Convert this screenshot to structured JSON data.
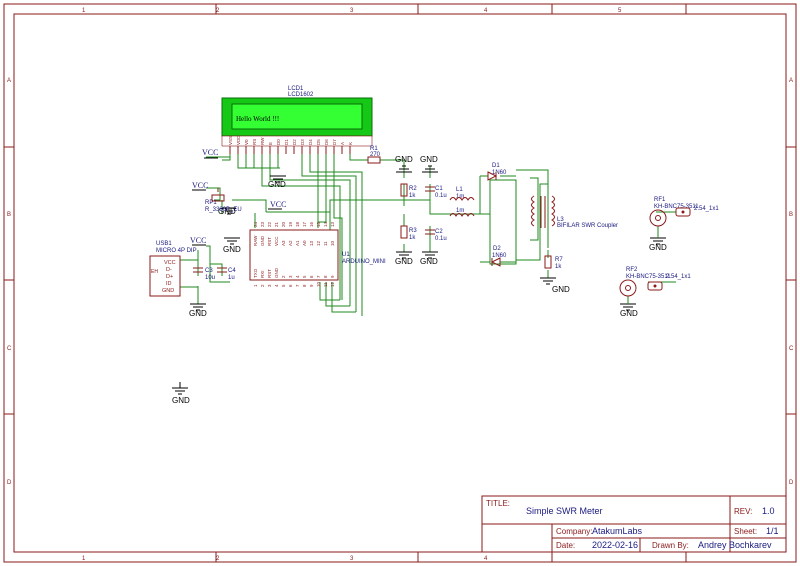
{
  "frame": {
    "columns": [
      "1",
      "2",
      "3",
      "4",
      "5"
    ],
    "rows": [
      "A",
      "B",
      "C",
      "D"
    ]
  },
  "lcd": {
    "ref": "LCD1",
    "value": "LCD1602",
    "text": "Hello World !!!",
    "pins": [
      "VSS",
      "VDD",
      "V0",
      "RS",
      "RW",
      "E",
      "D0",
      "D1",
      "D2",
      "D3",
      "D4",
      "D5",
      "D6",
      "D7",
      "A",
      "K"
    ]
  },
  "arduino": {
    "ref": "U1",
    "value": "ARDUINO_MINI",
    "top_pins": [
      "RAW",
      "GND",
      "RST",
      "VCC",
      "A3",
      "A2",
      "A1",
      "A0",
      "13",
      "12",
      "11",
      "10"
    ],
    "top_nums": [
      "24",
      "23",
      "22",
      "21",
      "20",
      "19",
      "18",
      "17",
      "16",
      "15",
      "14",
      "13"
    ],
    "bottom_pins": [
      "TXO",
      "RXI",
      "RST",
      "GND",
      "2",
      "3",
      "4",
      "5",
      "6",
      "7",
      "8",
      "9"
    ],
    "bottom_nums": [
      "1",
      "2",
      "3",
      "4",
      "5",
      "6",
      "7",
      "8",
      "9",
      "10",
      "11",
      "12"
    ]
  },
  "usb": {
    "ref": "USB1",
    "value": "MICRO 4P DIP",
    "shield": "EH",
    "pins": [
      "VCC",
      "D-",
      "D+",
      "ID",
      "GND"
    ]
  },
  "labels": {
    "vcc": "VCC",
    "gnd": "GND",
    "r1_ref": "R1",
    "r1_val": "270",
    "r2_ref": "R2",
    "r2_val": "1k",
    "r3_ref": "R3",
    "r3_val": "1k",
    "r7_ref": "R7",
    "r7_val": "1k",
    "c1_ref": "C1",
    "c1_val": "0.1u",
    "c2_ref": "C2",
    "c2_val": "0.1u",
    "c3_ref": "C3",
    "c3_val": "10u",
    "c4_ref": "C4",
    "c4_val": "1u",
    "l1_ref": "L1",
    "l1_val": "1m",
    "l1_extra": "1m",
    "d1_ref": "D1",
    "d1_val": "1N60",
    "d2_ref": "D2",
    "d2_val": "1N60",
    "l3_ref": "L3",
    "l3_val": "BIFILAR SWR Coupler",
    "rp1_ref": "RP1",
    "rp1_val": "R_3386P_EU",
    "rf1_ref": "RF1",
    "rf1_val": "KH-BNC75-3511",
    "rf1_conn": "2.54_1x1",
    "rf2_ref": "RF2",
    "rf2_val": "KH-BNC75-3511",
    "rf2_conn": "2.54_1x1"
  },
  "title_block": {
    "title_label": "TITLE:",
    "title": "Simple SWR Meter",
    "rev_label": "REV:",
    "rev": "1.0",
    "company_label": "Company:",
    "company": "AtakumLabs",
    "sheet_label": "Sheet:",
    "sheet": "1/1",
    "date_label": "Date:",
    "date": "2022-02-16",
    "drawn_label": "Drawn By:",
    "drawn": "Andrey Bochkarev"
  },
  "colors": {
    "wire": "#1f8a1f",
    "part": "#8b1a1a",
    "label": "#1a1a80",
    "lcd_bezel": "#16c816",
    "lcd_screen": "#33ff33"
  }
}
